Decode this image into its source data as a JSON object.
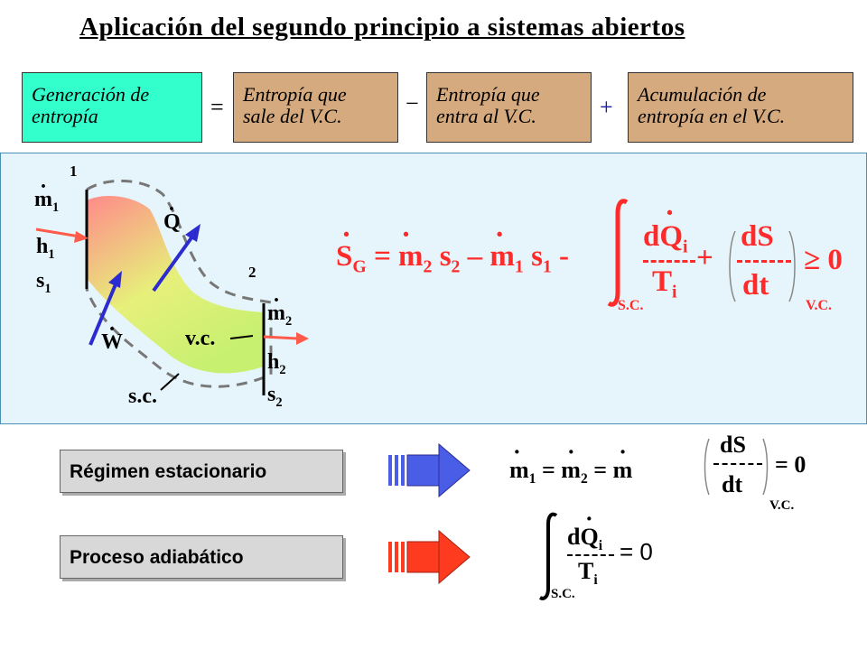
{
  "title": "Aplicación del segundo principio a sistemas abiertos",
  "balance": {
    "generation": [
      "Generación de",
      "entropía"
    ],
    "leaving": [
      "Entropía que",
      "sale del V.C."
    ],
    "entering": [
      "Entropía que",
      "entra al V.C."
    ],
    "accumulation": [
      "Acumulación de",
      "entropía  en el V.C."
    ],
    "op_equals": "=",
    "op_minus": "−",
    "op_plus": "+"
  },
  "colors": {
    "generation_box": "#33ffcc",
    "other_boxes": "#d6aa7f",
    "panel_bg": "#e6f5fb",
    "arrow_blue": "#4a5de6",
    "arrow_red": "#ff3b1f"
  },
  "diagram": {
    "station1": "1",
    "station2": "2",
    "m1": "m",
    "m1_sub": "1",
    "h1": "h",
    "h1_sub": "1",
    "s1": "s",
    "s1_sub": "1",
    "m2": "m",
    "m2_sub": "2",
    "h2": "h",
    "h2_sub": "2",
    "s2": "s",
    "s2_sub": "2",
    "Q": "Q",
    "W": "W",
    "vc": "v.c.",
    "sc": "s.c."
  },
  "equation": {
    "SG": "S",
    "SG_sub": "G",
    "equals_m2": "= m",
    "m2_sub": "2",
    "s2": "s",
    "s2_sub": "2",
    "minus_m1": "– m",
    "m1_sub": "1",
    "s1": "s",
    "s1_sub": "1",
    "dash": "-",
    "dQi": "dQ",
    "dQi_sub": "i",
    "Ti": "T",
    "Ti_sub": "i",
    "plus": "+",
    "dS": "dS",
    "dt": "dt",
    "geq": "≥ 0",
    "sc_label": "S.C.",
    "vc_label": "V.C."
  },
  "steady": {
    "label": "Régimen estacionario",
    "eq_m1": "m",
    "eq_m1_sub": "1",
    "eq_mid": "= m",
    "eq_m2_sub": "2",
    "eq_end": "= m",
    "dS": "dS",
    "dt": "dt",
    "eq_zero": "= 0",
    "vc_label": "V.C."
  },
  "adiabatic": {
    "label": "Proceso adiabático",
    "dQi": "dQ",
    "dQi_sub": "i",
    "Ti": "T",
    "Ti_sub": "i",
    "eq_zero": "= 0",
    "sc_label": "S.C."
  }
}
